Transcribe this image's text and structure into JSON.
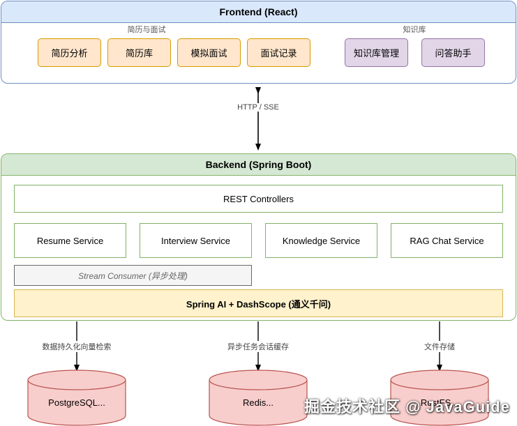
{
  "frontend": {
    "title": "Frontend (React)",
    "groups": [
      {
        "label": "简历与面试",
        "items": [
          "简历分析",
          "简历库",
          "模拟面试",
          "面试记录"
        ]
      },
      {
        "label": "知识库",
        "items": [
          "知识库管理",
          "问答助手"
        ]
      }
    ]
  },
  "connector": {
    "label": "HTTP / SSE"
  },
  "backend": {
    "title": "Backend (Spring Boot)",
    "controllers": "REST Controllers",
    "services": [
      "Resume Service",
      "Interview Service",
      "Knowledge Service",
      "RAG Chat Service"
    ],
    "consumer": "Stream Consumer (异步处理)",
    "ai": "Spring AI + DashScope (通义千问)"
  },
  "storage": [
    {
      "label": "PostgreSQL...",
      "edge_label": "数据持久化向量检索"
    },
    {
      "label": "Redis...",
      "edge_label": "异步任务会话缓存"
    },
    {
      "label": "RustFS...",
      "edge_label": "文件存储"
    }
  ],
  "watermark": "掘金技术社区 @ JavaGuide",
  "colors": {
    "frontend_fill": "#dae8fc",
    "frontend_stroke": "#6c8ebf",
    "backend_fill": "#d5e8d4",
    "backend_stroke": "#82b366",
    "orange_fill": "#ffe6cc",
    "orange_stroke": "#d79b00",
    "purple_fill": "#e1d5e7",
    "purple_stroke": "#9673a6",
    "ai_fill": "#fff2cc",
    "ai_stroke": "#d6b656",
    "db_fill": "#f8cecc",
    "db_stroke": "#b85450"
  }
}
